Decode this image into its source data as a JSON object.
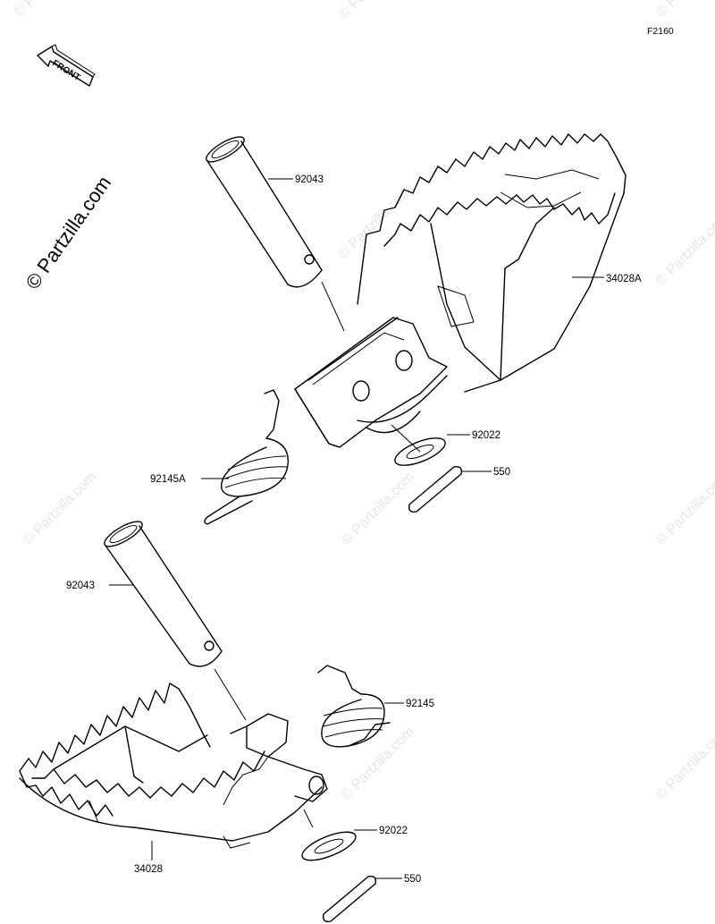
{
  "diagram": {
    "code": "F2160",
    "front_label": "FRONT",
    "brand": "© Partzilla.com",
    "watermark": "© Partzilla.com",
    "parts": {
      "pin_upper": "92043",
      "footpeg_upper": "34028A",
      "washer_upper": "92022",
      "cotter_upper": "550",
      "spring_upper": "92145A",
      "pin_lower": "92043",
      "spring_lower": "92145",
      "washer_lower": "92022",
      "footpeg_lower": "34028",
      "cotter_lower": "550"
    }
  }
}
